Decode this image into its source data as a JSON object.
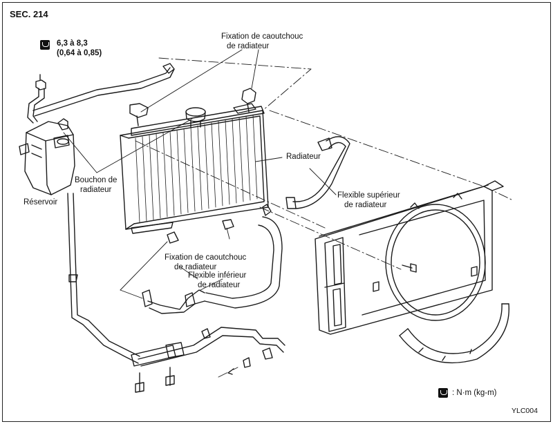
{
  "section": "SEC. 214",
  "torque": {
    "line1": "6,3 à 8,3",
    "line2": "(0,64 à 0,85)",
    "icon": "torque-wrench-icon"
  },
  "labels": {
    "rubber_top_1": "Fixation de caoutchouc",
    "rubber_top_2": "de radiateur",
    "radiator": "Radiateur",
    "upper_hose_1": "Flexible supérieur",
    "upper_hose_2": "de radiateur",
    "cap_1": "Bouchon de",
    "cap_2": "radiateur",
    "reservoir": "Réservoir",
    "rubber_bottom_1": "Fixation de caoutchouc",
    "rubber_bottom_2": "de radiateur",
    "lower_hose_1": "Flexible inférieur",
    "lower_hose_2": "de radiateur"
  },
  "legend": {
    "text": ": N·m (kg-m)",
    "icon": "torque-wrench-icon"
  },
  "figure_code": "YLC004"
}
